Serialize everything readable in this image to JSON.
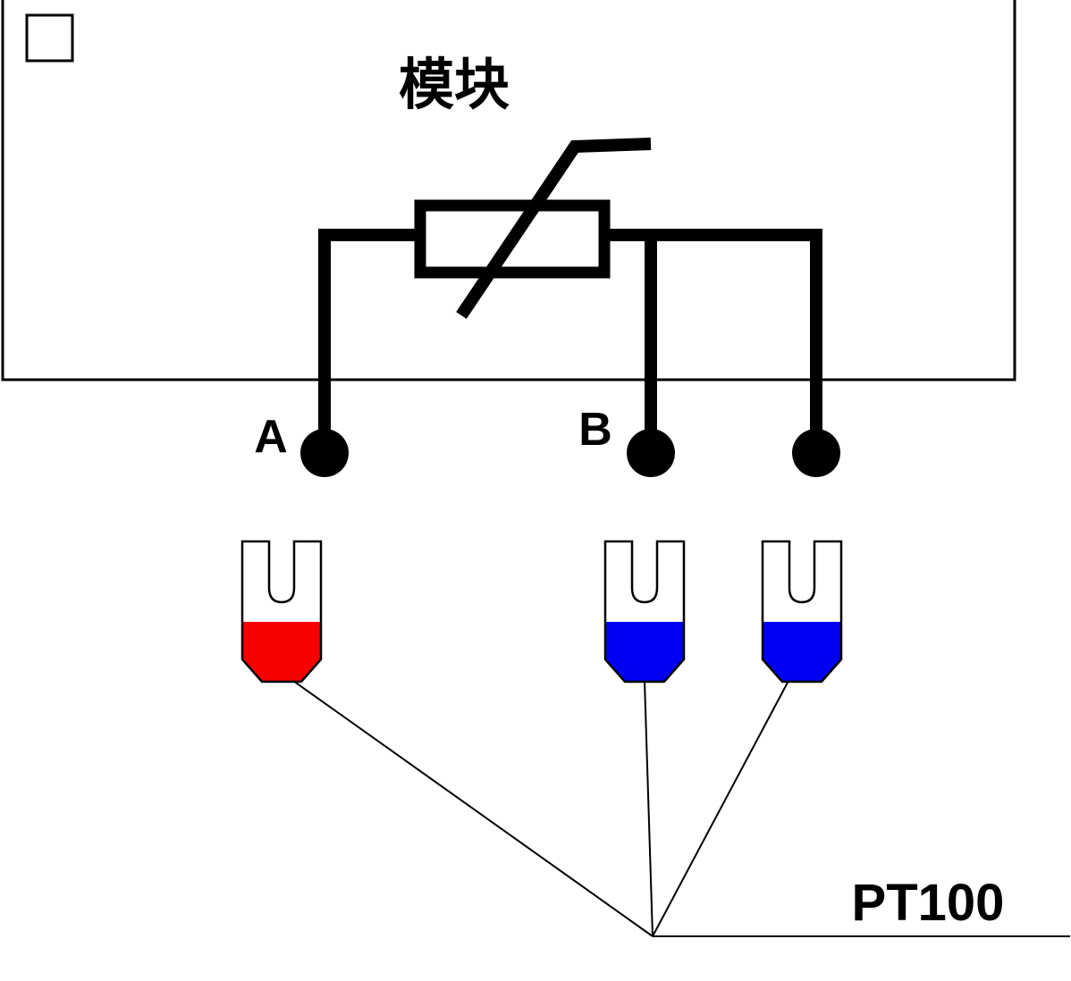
{
  "title": "模块",
  "labels": {
    "terminal_a": "A",
    "terminal_b": "B",
    "sensor_model": "PT100"
  },
  "colors": {
    "line": "#000000",
    "lug_a_fill": "#f70000",
    "lug_b_fill": "#0000f2",
    "lug_c_fill": "#0000f2",
    "background": "#ffffff"
  }
}
